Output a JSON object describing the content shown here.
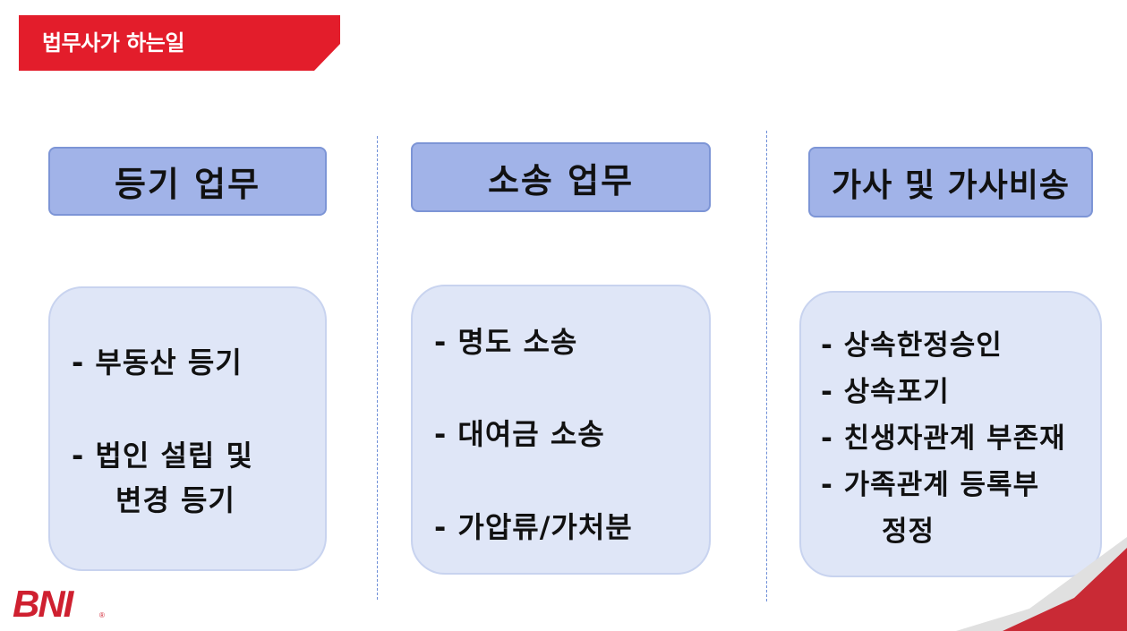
{
  "title": "법무사가 하는일",
  "colors": {
    "banner_red": "#e31d2b",
    "header_fill": "#a1b3e8",
    "content_fill": "#dfe6f7",
    "divider": "#6f8fd8"
  },
  "columns": [
    {
      "header": "등기 업무",
      "items": [
        "- 부동산 등기",
        "- 법인 설립 및",
        "변경 등기"
      ]
    },
    {
      "header": "소송 업무",
      "items": [
        "- 명도 소송",
        "- 대여금 소송",
        "- 가압류/가처분"
      ]
    },
    {
      "header": "가사 및 가사비송",
      "items": [
        "- 상속한정승인",
        "- 상속포기",
        "- 친생자관계 부존재",
        "- 가족관계 등록부",
        "정정"
      ]
    }
  ],
  "logo": {
    "text": "BNI",
    "registered": "®"
  }
}
